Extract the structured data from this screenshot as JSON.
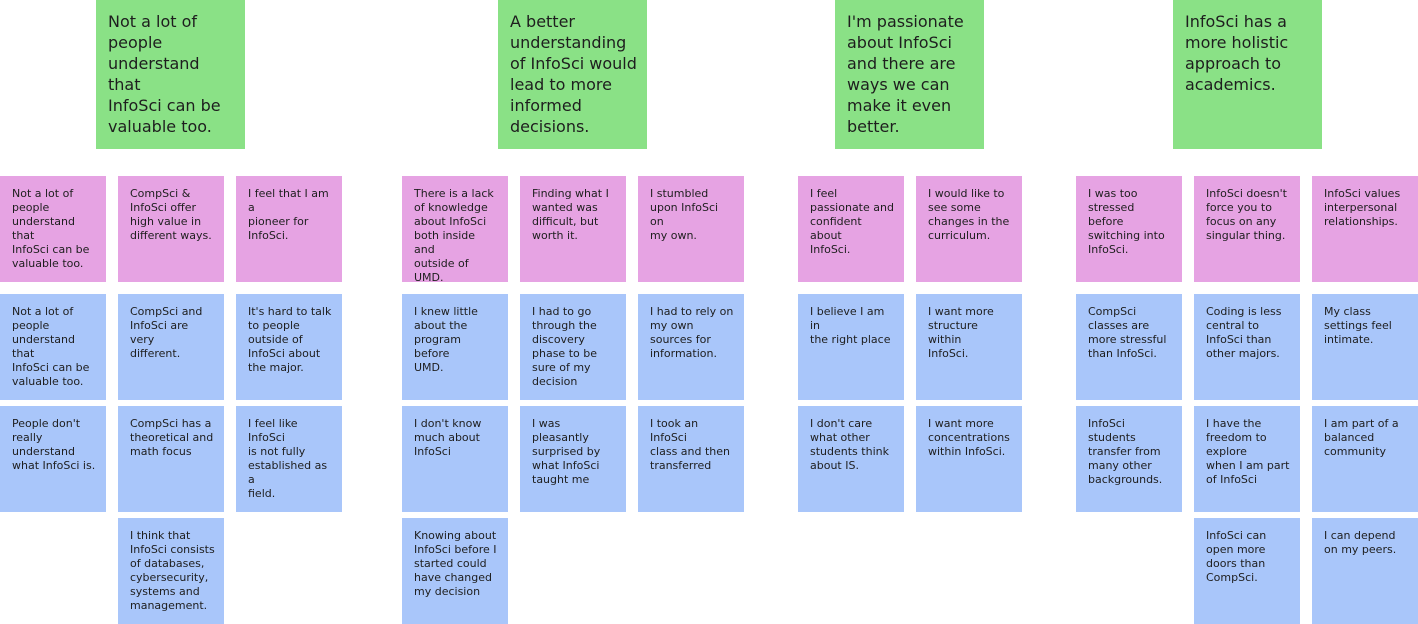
{
  "colors": {
    "theme": "#8ae186",
    "observation": "#e6a3e3",
    "quote": "#a9c6fa"
  },
  "headers": [
    "Not a lot of\npeople\nunderstand that\nInfoSci can be\nvaluable too.",
    "A better\nunderstanding\nof InfoSci would\nlead to more\ninformed\ndecisions.",
    "I'm passionate\nabout InfoSci\nand there are\nways we can\nmake it even\nbetter.",
    "InfoSci has a\nmore holistic\napproach to\nacademics."
  ],
  "clusters": [
    {
      "columns": [
        [
          "Not a lot of\npeople\nunderstand that\nInfoSci can be\nvaluable too.",
          "Not a lot of\npeople\nunderstand that\nInfoSci can be\nvaluable too.",
          "People don't\nreally\nunderstand\nwhat InfoSci is."
        ],
        [
          "CompSci &\nInfoSci offer\nhigh value in\ndifferent ways.",
          "CompSci and\nInfoSci are very\ndifferent.",
          "CompSci has a\ntheoretical and\nmath focus",
          "I think that\nInfoSci consists\nof databases,\ncybersecurity,\nsystems and\nmanagement."
        ],
        [
          "I feel that I am a\npioneer for\nInfoSci.",
          "It's hard to talk\nto people\noutside of\nInfoSci about\nthe major.",
          "I feel like InfoSci\nis not fully\nestablished as a\nfield."
        ]
      ]
    },
    {
      "columns": [
        [
          "There is a lack\nof knowledge\nabout InfoSci\nboth inside and\noutside of UMD.",
          "I knew little\nabout the\nprogram before\nUMD.",
          "I don't know\nmuch about\nInfoSci",
          "Knowing about\nInfoSci before I\nstarted could\nhave changed\nmy decision"
        ],
        [
          "Finding what I\nwanted was\ndifficult, but\nworth it.",
          "I had to go\nthrough the\ndiscovery\nphase to be\nsure of my\ndecision",
          "I was pleasantly\nsurprised by\nwhat InfoSci\ntaught me"
        ],
        [
          "I stumbled\nupon InfoSci on\nmy own.",
          "I had to rely on\nmy own\nsources for\ninformation.",
          "I took an InfoSci\nclass and then\ntransferred"
        ]
      ]
    },
    {
      "columns": [
        [
          "I feel\npassionate and\nconfident about\nInfoSci.",
          "I believe I am in\nthe right place",
          "I don't care\nwhat other\nstudents think\nabout IS."
        ],
        [
          "I would like to\nsee some\nchanges in the\ncurriculum.",
          "I want more\nstructure within\nInfoSci.",
          "I want more\nconcentrations\nwithin InfoSci."
        ]
      ]
    },
    {
      "columns": [
        [
          "I was too\nstressed before\nswitching into\nInfoSci.",
          "CompSci\nclasses are\nmore stressful\nthan InfoSci.",
          "InfoSci\nstudents\ntransfer from\nmany other\nbackgrounds."
        ],
        [
          "InfoSci doesn't\nforce you to\nfocus on any\nsingular thing.",
          "Coding is less\ncentral to\nInfoSci than\nother majors.",
          "I have the\nfreedom to\nexplore\nwhen I am part\nof InfoSci",
          "InfoSci can\nopen more\ndoors than\nCompSci."
        ],
        [
          "InfoSci values\ninterpersonal\nrelationships.",
          "My class\nsettings feel\nintimate.",
          "I am part of a\nbalanced\ncommunity",
          "I can depend\non my peers."
        ]
      ]
    }
  ]
}
